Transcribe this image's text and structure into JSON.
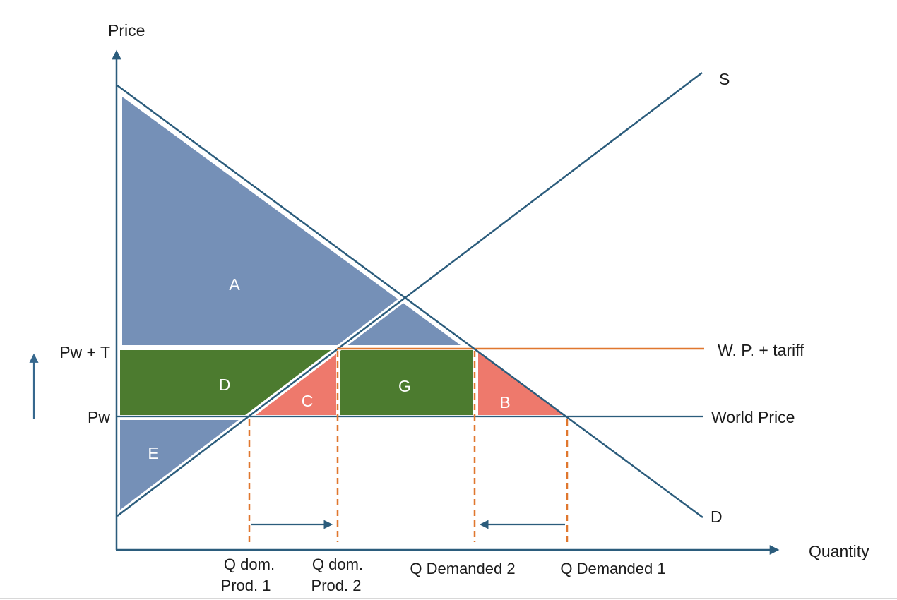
{
  "diagram": {
    "y_axis_label": "Price",
    "x_axis_label": "Quantity",
    "supply_curve_label": "S",
    "demand_curve_label": "D",
    "tariff_price_line_label": "W. P. + tariff",
    "world_price_line_label": "World Price",
    "y_tick_pw_plus_t": "Pw + T",
    "y_tick_pw": "Pw",
    "regions": {
      "a": "A",
      "b": "B",
      "c": "C",
      "d": "D",
      "e": "E",
      "g": "G"
    },
    "x_labels": {
      "q_dom_prod_1_line1": "Q dom.",
      "q_dom_prod_1_line2": "Prod. 1",
      "q_dom_prod_2_line1": "Q dom.",
      "q_dom_prod_2_line2": "Prod. 2",
      "q_demanded_2": "Q Demanded 2",
      "q_demanded_1": "Q Demanded 1"
    },
    "colors": {
      "line_navy": "#2b5c7c",
      "accent_orange": "#e0772e",
      "consumer_surplus_blue": "#7590b7",
      "tariff_revenue_green": "#4c7b2f",
      "deadweight_loss_red": "#ee796c",
      "text_dark": "#1b1b1b",
      "text_light": "#ffffff"
    }
  }
}
